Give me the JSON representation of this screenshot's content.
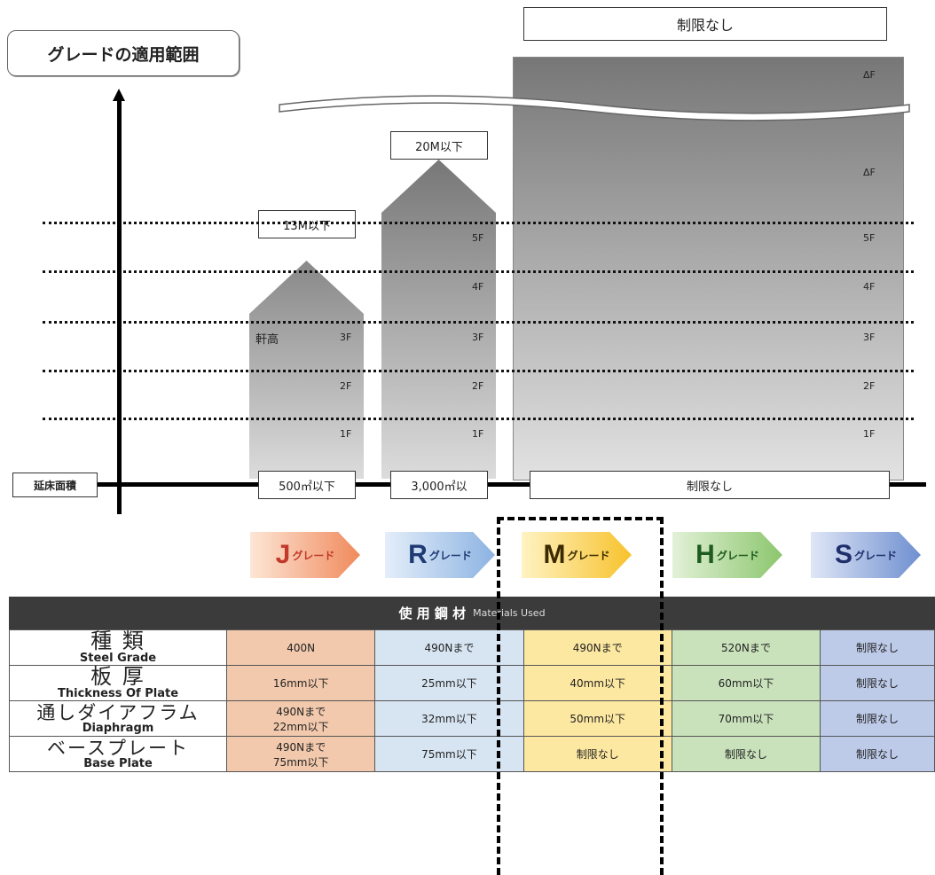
{
  "title": "グレードの適用範囲",
  "top_label": "制限なし",
  "height_labels": {
    "j": "13M以下",
    "r": "20M以下"
  },
  "eave_label": "軒高",
  "floors": [
    "1F",
    "2F",
    "3F",
    "4F",
    "5F",
    "ΔF"
  ],
  "area_axis_label": "延床面積",
  "area_labels": {
    "j": "500㎡以下",
    "r": "3,000㎡以",
    "big": "制限なし"
  },
  "grades": [
    {
      "letter": "J",
      "suffix": "グレード",
      "color": "#f08a5c"
    },
    {
      "letter": "R",
      "suffix": "グレード",
      "color": "#8db3e2"
    },
    {
      "letter": "M",
      "suffix": "グレード",
      "color": "#f7c22c"
    },
    {
      "letter": "H",
      "suffix": "グレード",
      "color": "#8cc66d"
    },
    {
      "letter": "S",
      "suffix": "グレード",
      "color": "#6f8fd0"
    }
  ],
  "table": {
    "heading_jp": "使 用 鋼 材",
    "heading_en": "Materials Used",
    "rows": [
      {
        "jp": "種 類",
        "en": "Steel Grade",
        "cells": [
          "400N",
          "490Nまで",
          "490Nまで",
          "520Nまで",
          "制限なし"
        ]
      },
      {
        "jp": "板 厚",
        "en": "Thickness Of Plate",
        "cells": [
          "16mm以下",
          "25mm以下",
          "40mm以下",
          "60mm以下",
          "制限なし"
        ]
      },
      {
        "jp": "通しダイアフラム",
        "en": "Diaphragm",
        "cells": [
          "490Nまで\n22mm以下",
          "32mm以下",
          "50mm以下",
          "70mm以下",
          "制限なし"
        ]
      },
      {
        "jp": "ベースプレート",
        "en": "Base Plate",
        "cells": [
          "490Nまで\n75mm以下",
          "75mm以下",
          "制限なし",
          "制限なし",
          "制限なし"
        ]
      }
    ]
  }
}
